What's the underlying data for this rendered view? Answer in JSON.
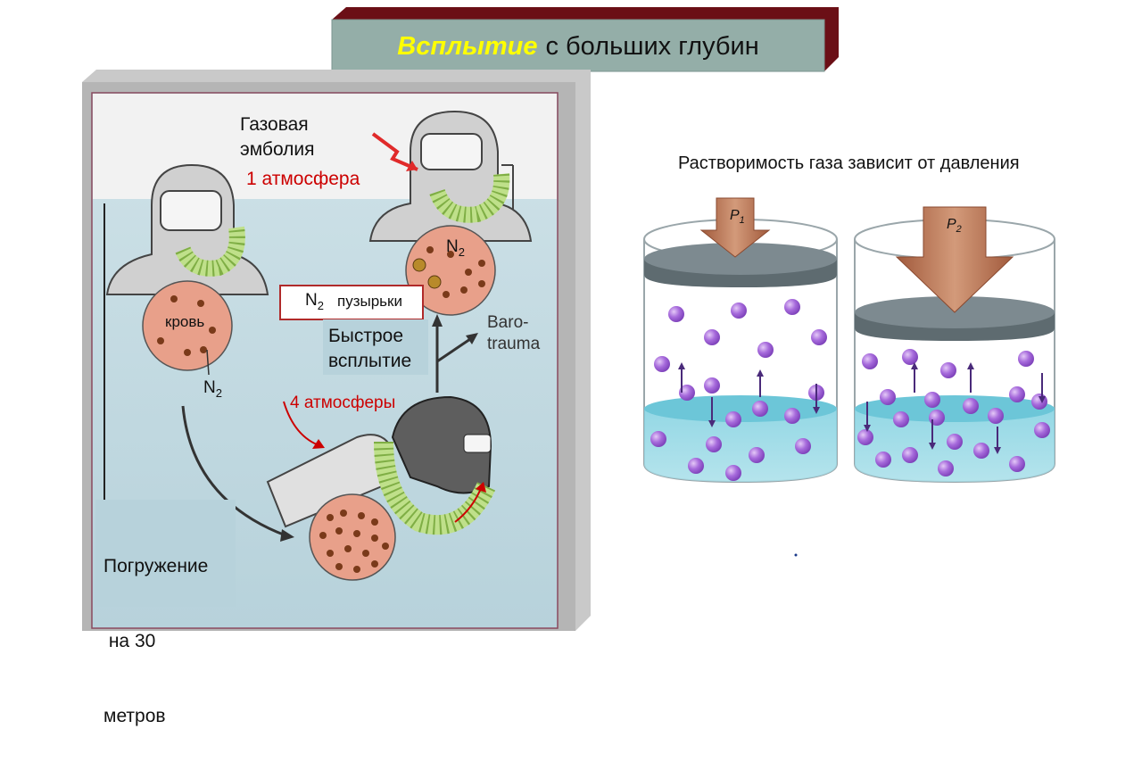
{
  "title": {
    "emphasis": "Всплытие",
    "rest": "с больших глубин",
    "emphasis_color": "#ffff00",
    "box_color": "#94aea8",
    "shadow_color": "#6b0f16"
  },
  "left_panel": {
    "gas_embolism": [
      "Газовая",
      "эмболия"
    ],
    "one_atm": "1 атмосфера",
    "n2_top": "N",
    "n2_sub": "2",
    "n2_box": "N",
    "n2_box_sub": "2",
    "bubbles": "пузырьки",
    "blood": "кровь",
    "n2_left": "N",
    "n2_left_sub": "2",
    "fast_ascent": [
      "Быстрое",
      "всплытие"
    ],
    "barotrauma": [
      "Baro-",
      "trauma"
    ],
    "four_atm": "4 атмосферы",
    "descent": [
      "Погружение",
      " на 30",
      "метров"
    ],
    "red_color": "#cc0000"
  },
  "right_panel": {
    "caption": "Растворимость газа зависит от давления",
    "p1": "P",
    "p1_sub": "1",
    "p2": "P",
    "p2_sub": "2",
    "molecule_color": "#a569d8",
    "liquid_color": "#7fd0e0"
  }
}
